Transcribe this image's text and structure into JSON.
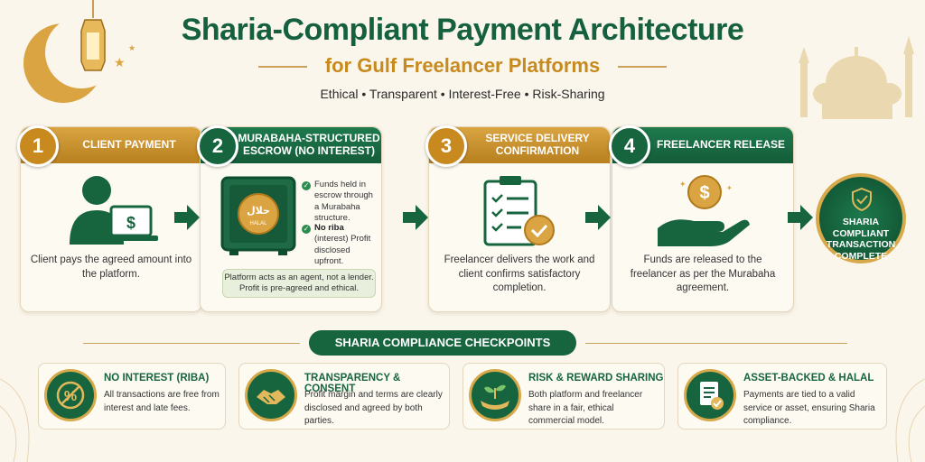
{
  "header": {
    "title": "Sharia-Compliant Payment Architecture",
    "subtitle": "for Gulf Freelancer Platforms",
    "tagline": "Ethical • Transparent • Interest-Free • Risk-Sharing"
  },
  "steps": [
    {
      "number": "1",
      "title": "CLIENT PAYMENT",
      "text": "Client pays the agreed amount into the platform."
    },
    {
      "number": "2",
      "title": "MURABAHA-STRUCTURED ESCROW (NO INTEREST)",
      "title_line1": "MURABAHA-STRUCTURED",
      "title_line2": "ESCROW (NO INTEREST)",
      "bullets": [
        {
          "text": "Funds held in escrow through a Murabaha structure."
        },
        {
          "bold": "No riba",
          "text": " (interest) Profit disclosed upfront."
        }
      ],
      "vault_label": "HALAL",
      "vault_arabic": "حلال",
      "note_line1": "Platform acts as an agent, not a lender.",
      "note_line2": "Profit is pre-agreed and ethical."
    },
    {
      "number": "3",
      "title_line1": "SERVICE DELIVERY",
      "title_line2": "CONFIRMATION",
      "text": "Freelancer delivers the work and client confirms satisfactory completion."
    },
    {
      "number": "4",
      "title": "FREELANCER RELEASE",
      "text": "Funds are released to the freelancer as per the Murabaha agreement."
    }
  ],
  "badge": {
    "text": "SHARIA COMPLIANT TRANSACTION COMPLETE"
  },
  "checkpoints": {
    "heading": "SHARIA COMPLIANCE CHECKPOINTS",
    "items": [
      {
        "title": "NO INTEREST (RIBA)",
        "text": "All transactions are free from interest and late fees.",
        "icon": "no-percent-icon"
      },
      {
        "title": "TRANSPARENCY & CONSENT",
        "text": "Profit margin and terms are clearly disclosed and agreed by both parties.",
        "icon": "handshake-icon"
      },
      {
        "title": "RISK & REWARD SHARING",
        "text": "Both platform and freelancer share in a fair, ethical commercial model.",
        "icon": "sprout-hands-icon"
      },
      {
        "title": "ASSET-BACKED & HALAL",
        "text": "Payments are tied to a valid service or asset, ensuring Sharia compliance.",
        "icon": "document-check-icon"
      }
    ]
  },
  "colors": {
    "green": "#17653f",
    "gold": "#c88a1f",
    "cream": "#fbf6ec"
  }
}
